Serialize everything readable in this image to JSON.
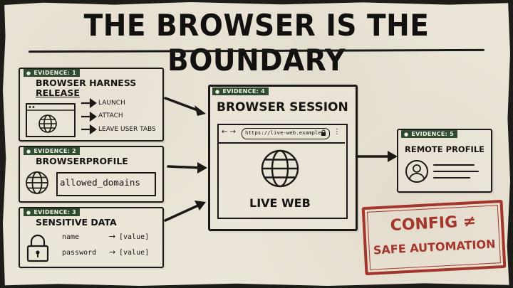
{
  "title": "THE BROWSER IS THE BOUNDARY",
  "cards": [
    {
      "tag": "EVIDENCE: 1",
      "heading_line1": "BROWSER HARNESS",
      "heading_line2": "RELEASE",
      "actions": [
        "LAUNCH",
        "ATTACH",
        "LEAVE USER TABS"
      ]
    },
    {
      "tag": "EVIDENCE: 2",
      "heading": "BROWSERPROFILE",
      "field": "allowed_domains"
    },
    {
      "tag": "EVIDENCE: 3",
      "heading": "SENSITIVE DATA",
      "rows": [
        {
          "key": "name",
          "value": "[value]"
        },
        {
          "key": "password",
          "value": "[value]"
        }
      ]
    }
  ],
  "session": {
    "tag": "EVIDENCE: 4",
    "heading": "BROWSER SESSION",
    "url": "https://live-web.example",
    "label": "LIVE WEB"
  },
  "remote": {
    "tag": "EVIDENCE: 5",
    "heading": "REMOTE PROFILE"
  },
  "stamp": {
    "line1": "CONFIG ≠",
    "line2": "SAFE AUTOMATION"
  },
  "colors": {
    "paper": "#ece6d8",
    "ink": "#1b1915",
    "tag": "#2e4d30",
    "stamp": "#a3352a"
  }
}
